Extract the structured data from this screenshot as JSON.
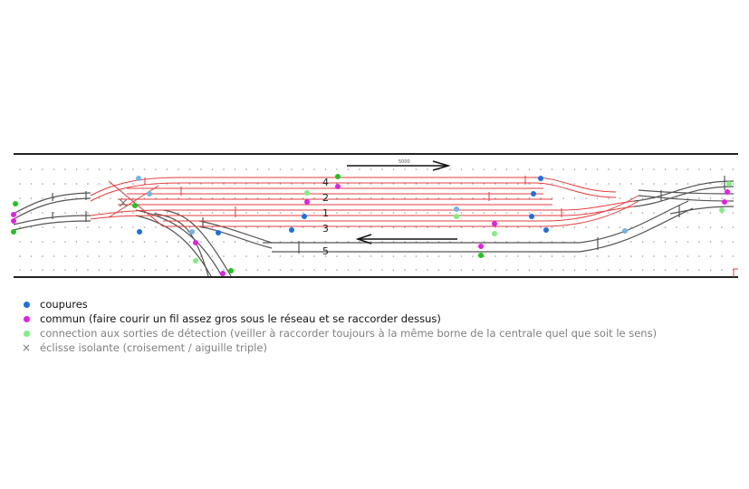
{
  "diagram": {
    "scale_label": "5000",
    "track_labels": [
      "4",
      "2",
      "1",
      "3",
      "5"
    ]
  },
  "legend": [
    {
      "symbol": "dot",
      "color": "#1e6fe0",
      "label": "coupures",
      "text_color": "#111111"
    },
    {
      "symbol": "dot",
      "color": "#e61ee6",
      "label": "commun (faire courir un fil assez gros sous  le réseau et se raccorder dessus)",
      "text_color": "#111111"
    },
    {
      "symbol": "dot",
      "color": "#7ef07e",
      "label": "connection aux sorties de détection (veiller à raccorder toujours à la même borne de la centrale quel que soit le sens)",
      "text_color": "#808080"
    },
    {
      "symbol": "cross-icon",
      "color": "#777777",
      "label": "éclisse isolante (croisement / aiguille triple)",
      "text_color": "#808080"
    }
  ],
  "colors": {
    "track_gray": "#555555",
    "track_red": "#e53c3c",
    "cut_blue": "#1e6fe0",
    "cut_light_blue": "#6fb4f0",
    "common_magenta": "#e61ee6",
    "detect_green": "#22c41e",
    "detect_light_green": "#7ef07e"
  }
}
